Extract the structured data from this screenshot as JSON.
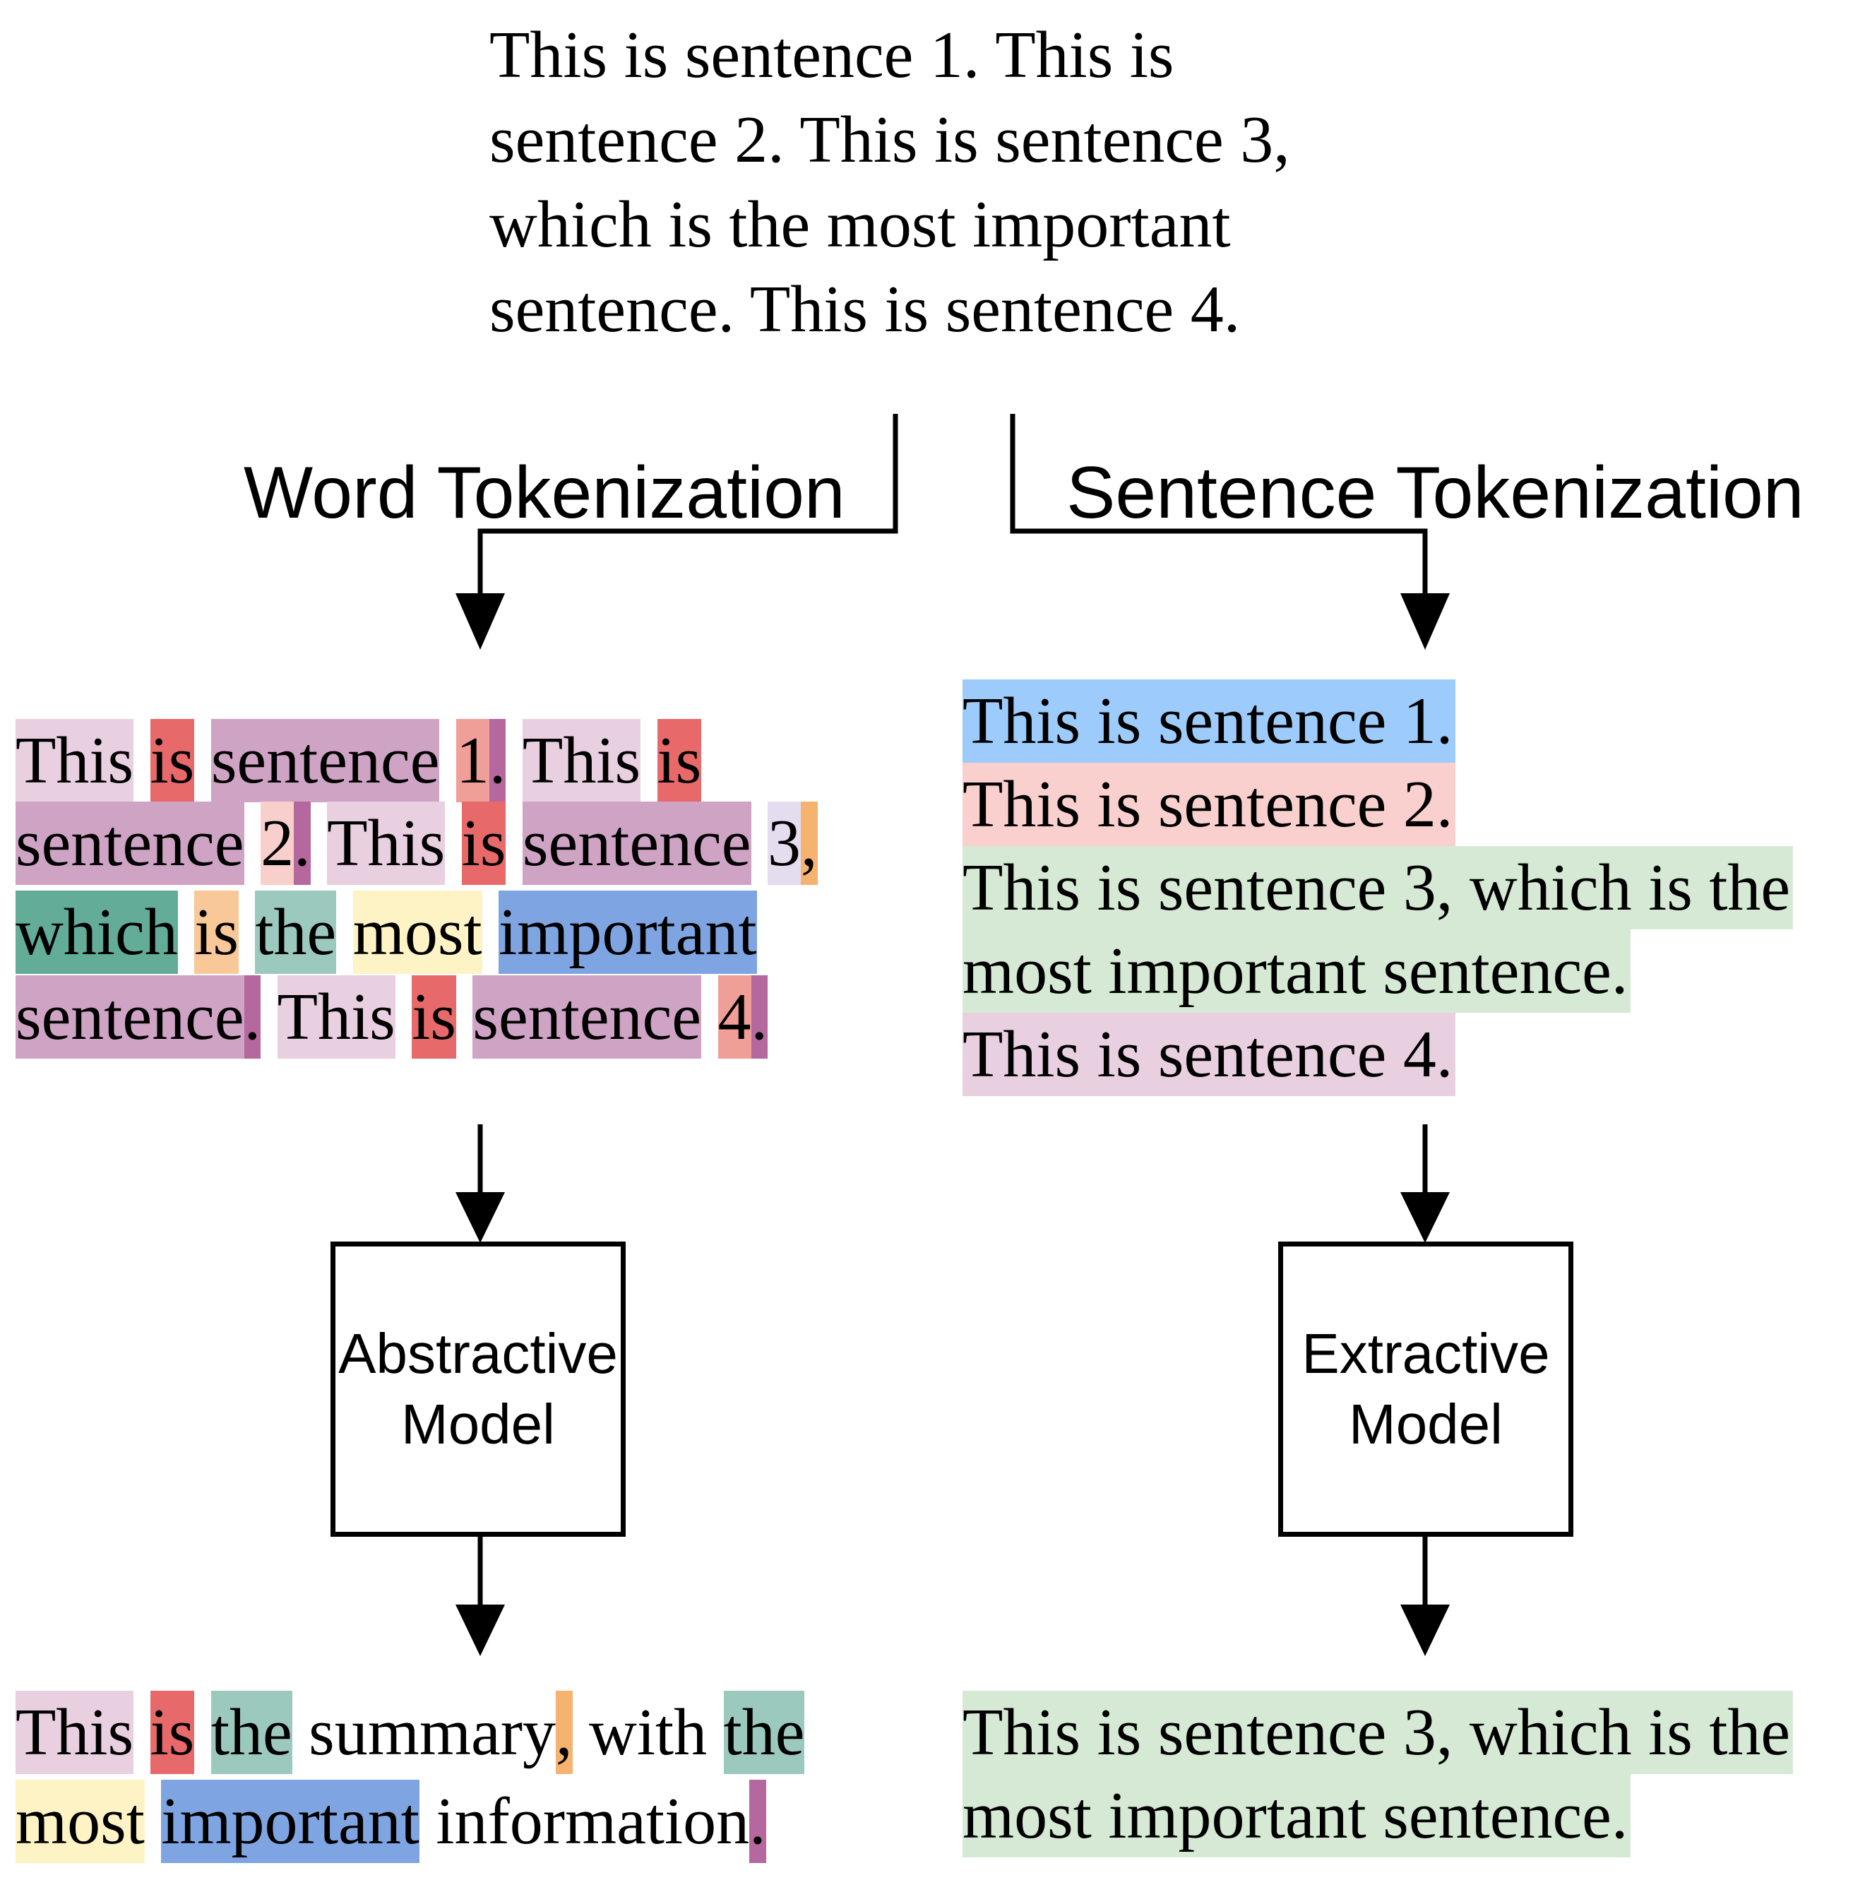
{
  "input": {
    "lines": [
      "This is sentence 1. This is",
      "sentence 2. This is sentence 3,",
      "which is the most important",
      "sentence. This is sentence 4."
    ]
  },
  "labels": {
    "word_tokenization": "Word Tokenization",
    "sentence_tokenization": "Sentence Tokenization"
  },
  "word_tokens": [
    [
      {
        "t": "This",
        "c": "#e8d0e0"
      },
      {
        "t": " ",
        "c": ""
      },
      {
        "t": "is",
        "c": "#e8696a"
      },
      {
        "t": " ",
        "c": ""
      },
      {
        "t": "sentence",
        "c": "#cfa3c4"
      },
      {
        "t": " ",
        "c": ""
      },
      {
        "t": "1",
        "c": "#f09e98"
      },
      {
        "t": ".",
        "c": "#b4689e"
      },
      {
        "t": " ",
        "c": ""
      },
      {
        "t": "This",
        "c": "#e8d0e0"
      },
      {
        "t": " ",
        "c": ""
      },
      {
        "t": "is",
        "c": "#e8696a"
      }
    ],
    [
      {
        "t": "sentence",
        "c": "#cfa3c4"
      },
      {
        "t": " ",
        "c": ""
      },
      {
        "t": "2",
        "c": "#f9cfcc"
      },
      {
        "t": ".",
        "c": "#b4689e"
      },
      {
        "t": " ",
        "c": ""
      },
      {
        "t": "This",
        "c": "#e8d0e0"
      },
      {
        "t": " ",
        "c": ""
      },
      {
        "t": "is",
        "c": "#e8696a"
      },
      {
        "t": " ",
        "c": ""
      },
      {
        "t": "sentence",
        "c": "#cfa3c4"
      },
      {
        "t": " ",
        "c": ""
      },
      {
        "t": "3",
        "c": "#e4dcef"
      },
      {
        "t": ",",
        "c": "#f6b36f"
      }
    ],
    [
      {
        "t": "which",
        "c": "#62ac98"
      },
      {
        "t": " ",
        "c": ""
      },
      {
        "t": "is",
        "c": "#f9c898"
      },
      {
        "t": " ",
        "c": ""
      },
      {
        "t": "the",
        "c": "#9cc9be"
      },
      {
        "t": " ",
        "c": ""
      },
      {
        "t": "most",
        "c": "#fdf3c5"
      },
      {
        "t": " ",
        "c": ""
      },
      {
        "t": "important",
        "c": "#7ea5e2"
      }
    ],
    [
      {
        "t": "sentence",
        "c": "#cfa3c4"
      },
      {
        "t": ".",
        "c": "#b4689e"
      },
      {
        "t": " ",
        "c": ""
      },
      {
        "t": "This",
        "c": "#e8d0e0"
      },
      {
        "t": " ",
        "c": ""
      },
      {
        "t": "is",
        "c": "#e8696a"
      },
      {
        "t": " ",
        "c": ""
      },
      {
        "t": "sentence",
        "c": "#cfa3c4"
      },
      {
        "t": " ",
        "c": ""
      },
      {
        "t": "4",
        "c": "#f09e98"
      },
      {
        "t": ".",
        "c": "#b4689e"
      }
    ]
  ],
  "sentence_tokens": [
    {
      "lines": [
        "This is sentence 1."
      ],
      "c": "#9dcbfb"
    },
    {
      "lines": [
        "This is sentence 2."
      ],
      "c": "#f9d0cd"
    },
    {
      "lines": [
        "This is sentence 3, which is the",
        "most important sentence."
      ],
      "c": "#d5e9d5"
    },
    {
      "lines": [
        "This is sentence 4."
      ],
      "c": "#e8d0e0"
    }
  ],
  "models": {
    "abstractive": [
      "Abstractive",
      "Model"
    ],
    "extractive": [
      "Extractive",
      "Model"
    ]
  },
  "abstractive_output": [
    [
      {
        "t": "This",
        "c": "#e8d0e0"
      },
      {
        "t": " ",
        "c": ""
      },
      {
        "t": "is",
        "c": "#e8696a"
      },
      {
        "t": " ",
        "c": ""
      },
      {
        "t": "the",
        "c": "#9cc9be"
      },
      {
        "t": " ",
        "c": ""
      },
      {
        "t": "summary",
        "c": ""
      },
      {
        "t": ",",
        "c": "#f6b36f"
      },
      {
        "t": " ",
        "c": ""
      },
      {
        "t": "with",
        "c": ""
      },
      {
        "t": " ",
        "c": ""
      },
      {
        "t": "the",
        "c": "#9cc9be"
      }
    ],
    [
      {
        "t": "most",
        "c": "#fdf3c5"
      },
      {
        "t": " ",
        "c": ""
      },
      {
        "t": "important",
        "c": "#7ea5e2"
      },
      {
        "t": " ",
        "c": ""
      },
      {
        "t": "information",
        "c": ""
      },
      {
        "t": ".",
        "c": "#b4689e"
      }
    ]
  ],
  "extractive_output": {
    "lines": [
      "This is sentence 3, which is the",
      "most important sentence."
    ],
    "c": "#d5e9d5"
  }
}
